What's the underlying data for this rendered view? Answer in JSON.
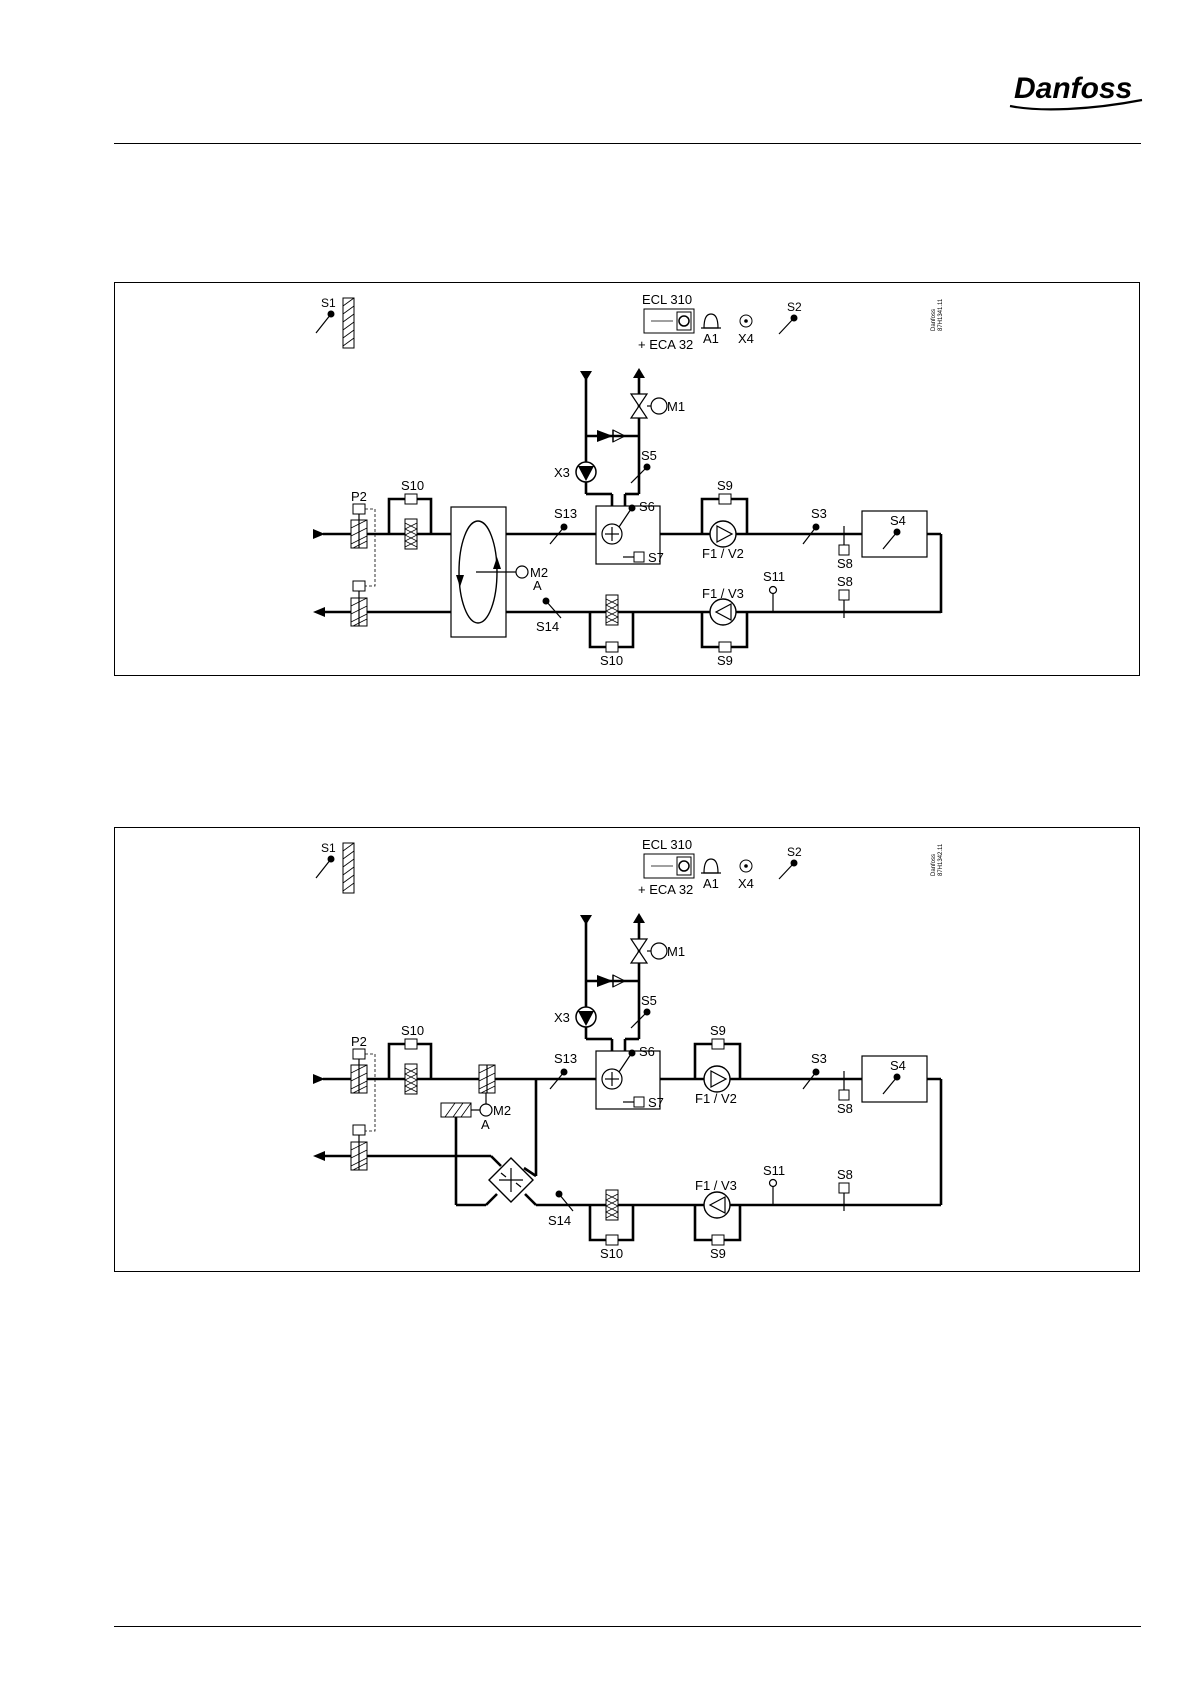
{
  "header": {
    "logo_text": "Danfoss"
  },
  "diagrams": [
    {
      "controller": {
        "model": "ECL 310",
        "module": "+ ECA 32"
      },
      "drawing_ref_brand": "Danfoss",
      "drawing_ref_code": "87H1341.11",
      "labels": {
        "s1": "S1",
        "s2": "S2",
        "s3": "S3",
        "s4": "S4",
        "s5": "S5",
        "s6": "S6",
        "s7": "S7",
        "s8_supply": "S8",
        "s8_return": "S8",
        "s9_supply": "S9",
        "s9_return": "S9",
        "s10_supply": "S10",
        "s10_return": "S10",
        "s11": "S11",
        "s13": "S13",
        "s14": "S14",
        "a1": "A1",
        "x4": "X4",
        "x3": "X3",
        "m1": "M1",
        "m2": "M2",
        "a": "A",
        "p2": "P2",
        "fan_supply": "F1 / V2",
        "fan_return": "F1 / V3"
      }
    },
    {
      "controller": {
        "model": "ECL 310",
        "module": "+ ECA 32"
      },
      "drawing_ref_brand": "Danfoss",
      "drawing_ref_code": "87H1342.11",
      "labels": {
        "s1": "S1",
        "s2": "S2",
        "s3": "S3",
        "s4": "S4",
        "s5": "S5",
        "s6": "S6",
        "s7": "S7",
        "s8_supply": "S8",
        "s8_return": "S8",
        "s9_supply": "S9",
        "s9_return": "S9",
        "s10_supply": "S10",
        "s10_return": "S10",
        "s11": "S11",
        "s13": "S13",
        "s14": "S14",
        "a1": "A1",
        "x4": "X4",
        "x3": "X3",
        "m1": "M1",
        "m2": "M2",
        "a": "A",
        "p2": "P2",
        "fan_supply": "F1 / V2",
        "fan_return": "F1 / V3"
      }
    }
  ]
}
